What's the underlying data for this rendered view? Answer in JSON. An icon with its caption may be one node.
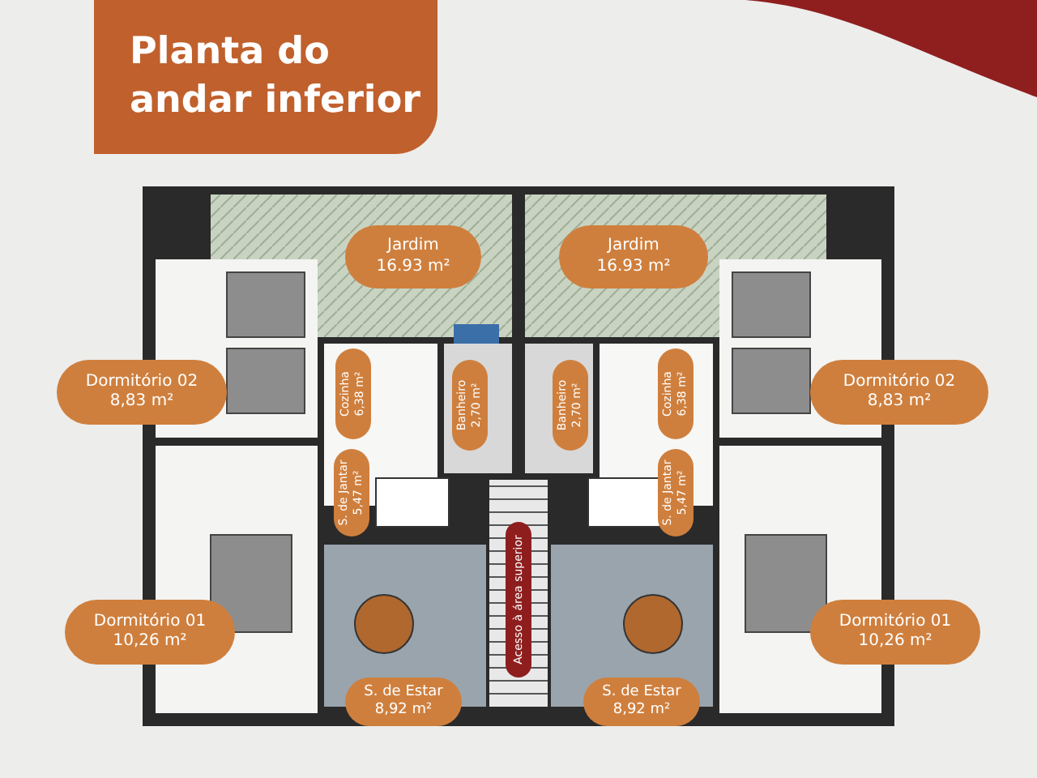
{
  "diagram": {
    "title": "Planta do andar inferior",
    "nodes": [
      {
        "text": [
          "Jardim",
          "16.93 m²"
        ]
      },
      {
        "text": [
          "Jardim",
          "16.93 m²"
        ]
      },
      {
        "text": [
          "Dormitório 02",
          "8,83 m²"
        ]
      },
      {
        "text": [
          "Cozinha",
          "6,38 m²"
        ]
      },
      {
        "text": [
          "Banheiro",
          "2,70 m²"
        ]
      },
      {
        "text": [
          "Banheiro",
          "2,70 m²"
        ]
      },
      {
        "text": [
          "Cozinha",
          "6,38 m²"
        ]
      },
      {
        "text": [
          "Dormitório 02",
          "8,83 m²"
        ]
      },
      {
        "text": [
          "S. de Jantar",
          "5,47 m²"
        ]
      },
      {
        "text": [
          "S. de Jantar",
          "5,47 m²"
        ]
      },
      {
        "text": [
          "Acesso à área superior"
        ]
      },
      {
        "text": [
          "Dormitório 01",
          "10,26 m²"
        ]
      },
      {
        "text": [
          "Dormitório 01",
          "10,26 m²"
        ]
      },
      {
        "text": [
          "S. de Estar",
          "8,92 m²"
        ]
      },
      {
        "text": [
          "S. de Estar",
          "8,92 m²"
        ]
      }
    ]
  }
}
